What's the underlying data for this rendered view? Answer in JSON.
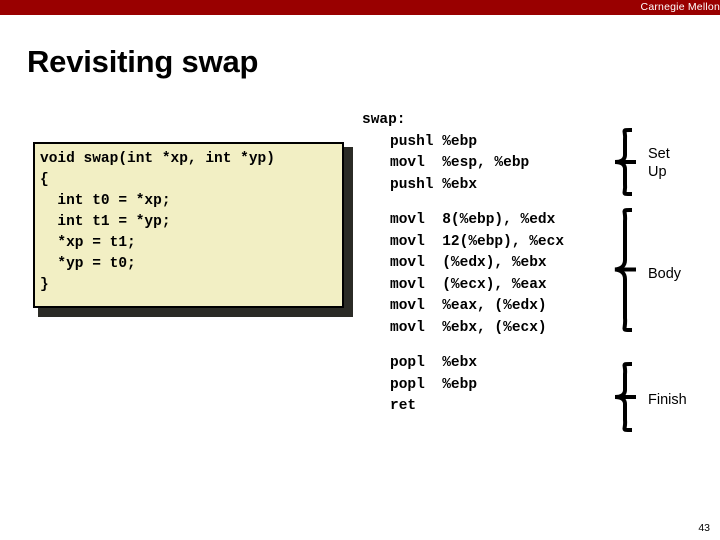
{
  "header": {
    "brand": "Carnegie Mellon",
    "bar_color": "#990000"
  },
  "slide": {
    "title": "Revisiting swap",
    "page_number": "43",
    "background_color": "#ffffff"
  },
  "c_code": {
    "box_fill": "#f2efc4",
    "box_border": "#000000",
    "text": "void swap(int *xp, int *yp)\n{\n  int t0 = *xp;\n  int t1 = *yp;\n  *xp = t1;\n  *yp = t0;\n}"
  },
  "assembly": {
    "label": "swap:",
    "sections": [
      {
        "name": "Set Up",
        "label_text": "Set\nUp",
        "lines": [
          "pushl %ebp",
          "movl  %esp, %ebp",
          "pushl %ebx"
        ]
      },
      {
        "name": "Body",
        "label_text": "Body",
        "lines": [
          "movl  8(%ebp), %edx",
          "movl  12(%ebp), %ecx",
          "movl  (%edx), %ebx",
          "movl  (%ecx), %eax",
          "movl  %eax, (%edx)",
          "movl  %ebx, (%ecx)"
        ]
      },
      {
        "name": "Finish",
        "label_text": "Finish",
        "lines": [
          "popl  %ebx",
          "popl  %ebp",
          "ret"
        ]
      }
    ]
  }
}
